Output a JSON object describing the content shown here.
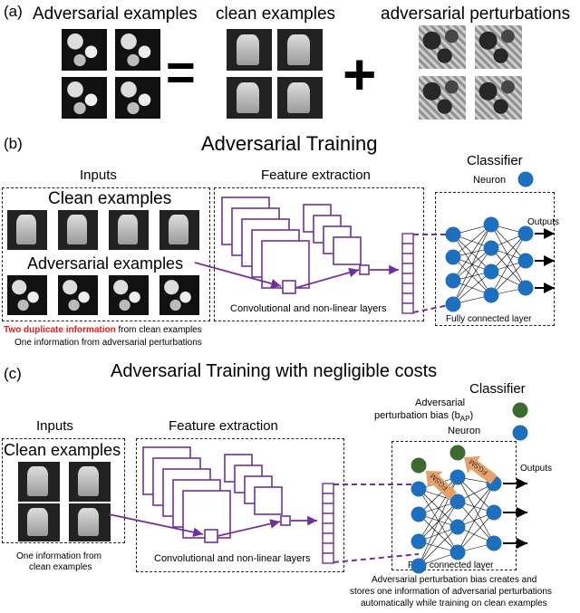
{
  "panel_a": {
    "label": "(a)",
    "adversarial_title": "Adversarial examples",
    "clean_title": "clean examples",
    "perturbation_title": "adversarial perturbations",
    "equals": "=",
    "plus": "+"
  },
  "panel_b": {
    "label": "(b)",
    "title": "Adversarial Training",
    "inputs_label": "Inputs",
    "clean_label": "Clean examples",
    "adv_label": "Adversarial examples",
    "feature_label": "Feature extraction",
    "conv_label": "Convolutional and non-linear layers",
    "classifier_label": "Classifier",
    "neuron_label": "Neuron",
    "outputs_label": "Outputs",
    "fc_label": "Fully connected layer",
    "note_red": "Two duplicate information",
    "note_rest": " from clean examples",
    "note_line2": "One information from adversarial perturbations"
  },
  "panel_c": {
    "label": "(c)",
    "title": "Adversarial Training with negligible costs",
    "inputs_label": "Inputs",
    "clean_label": "Clean examples",
    "feature_label": "Feature extraction",
    "conv_label": "Convolutional and non-linear layers",
    "classifier_label": "Classifier",
    "bias_label_1": "Adversarial",
    "bias_label_2": "perturbation bias (b",
    "bias_sub": "AP",
    "bias_close": ")",
    "neuron_label": "Neuron",
    "outputs_label": "Outputs",
    "fc_label": "Fully connected layer",
    "fgsm": "FGSM",
    "input_note_1": "One information from",
    "input_note_2": "clean examples",
    "bottom_note_1": "Adversarial perturbation bias creates and",
    "bottom_note_2": "stores one information of adversarial perturbations",
    "bottom_note_3": "automatically while training on clean examples"
  },
  "colors": {
    "purple": "#7030a0",
    "neuron_blue": "#1f6fbf",
    "bias_green": "#3b6b2f",
    "red": "#e02020",
    "arrow_orange": "#e6a06a"
  }
}
